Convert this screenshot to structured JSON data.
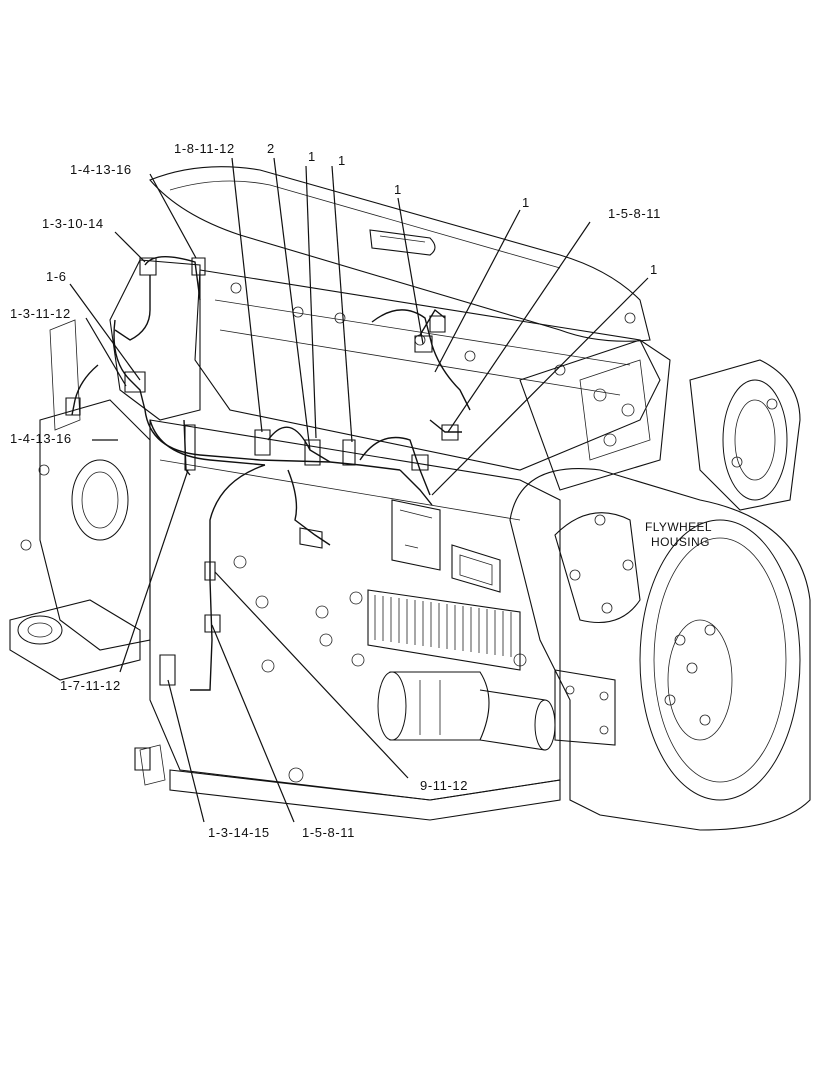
{
  "callouts": [
    {
      "id": "c1",
      "text": "1-8-11-12"
    },
    {
      "id": "c2",
      "text": "2"
    },
    {
      "id": "c3",
      "text": "1"
    },
    {
      "id": "c4",
      "text": "1"
    },
    {
      "id": "c5",
      "text": "1-4-13-16"
    },
    {
      "id": "c6",
      "text": "1-3-10-14"
    },
    {
      "id": "c7",
      "text": "1"
    },
    {
      "id": "c8",
      "text": "1"
    },
    {
      "id": "c9",
      "text": "1-5-8-11"
    },
    {
      "id": "c10",
      "text": "1-6"
    },
    {
      "id": "c11",
      "text": "1"
    },
    {
      "id": "c12",
      "text": "1-3-11-12"
    },
    {
      "id": "c13",
      "text": "1-4-13-16"
    },
    {
      "id": "c14",
      "text": "1-7-11-12"
    },
    {
      "id": "c15",
      "text": "9-11-12"
    },
    {
      "id": "c16",
      "text": "1-3-14-15"
    },
    {
      "id": "c17",
      "text": "1-5-8-11"
    }
  ],
  "labels": {
    "flywheel_line1": "FLYWHEEL",
    "flywheel_line2": "HOUSING"
  },
  "colors": {
    "ink": "#111111",
    "background": "#ffffff"
  }
}
